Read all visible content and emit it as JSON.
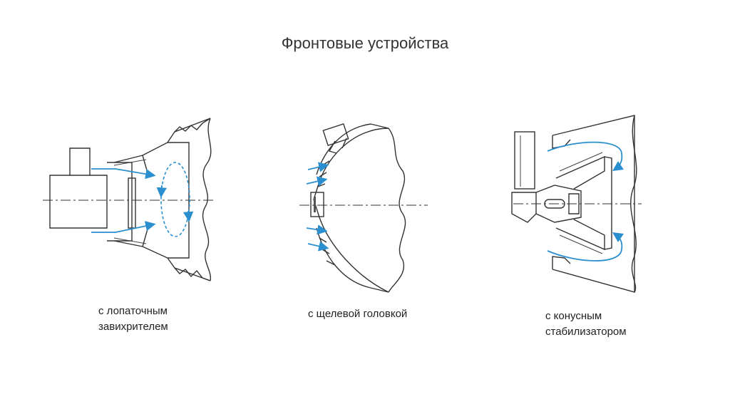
{
  "page": {
    "title": "Фронтовые устройства"
  },
  "devices": [
    {
      "id": "swirler",
      "caption_line1": "с лопаточным",
      "caption_line2": "завихрителем",
      "icon": "vane-swirler-diagram"
    },
    {
      "id": "slot",
      "caption_line1": "с щелевой головкой",
      "caption_line2": "",
      "icon": "slotted-head-diagram"
    },
    {
      "id": "cone",
      "caption_line1": "с конусным",
      "caption_line2": "стабилизатором",
      "icon": "cone-stabilizer-diagram"
    }
  ],
  "colors": {
    "flow_arrow": "#2b8fcf",
    "line": "#333333"
  }
}
